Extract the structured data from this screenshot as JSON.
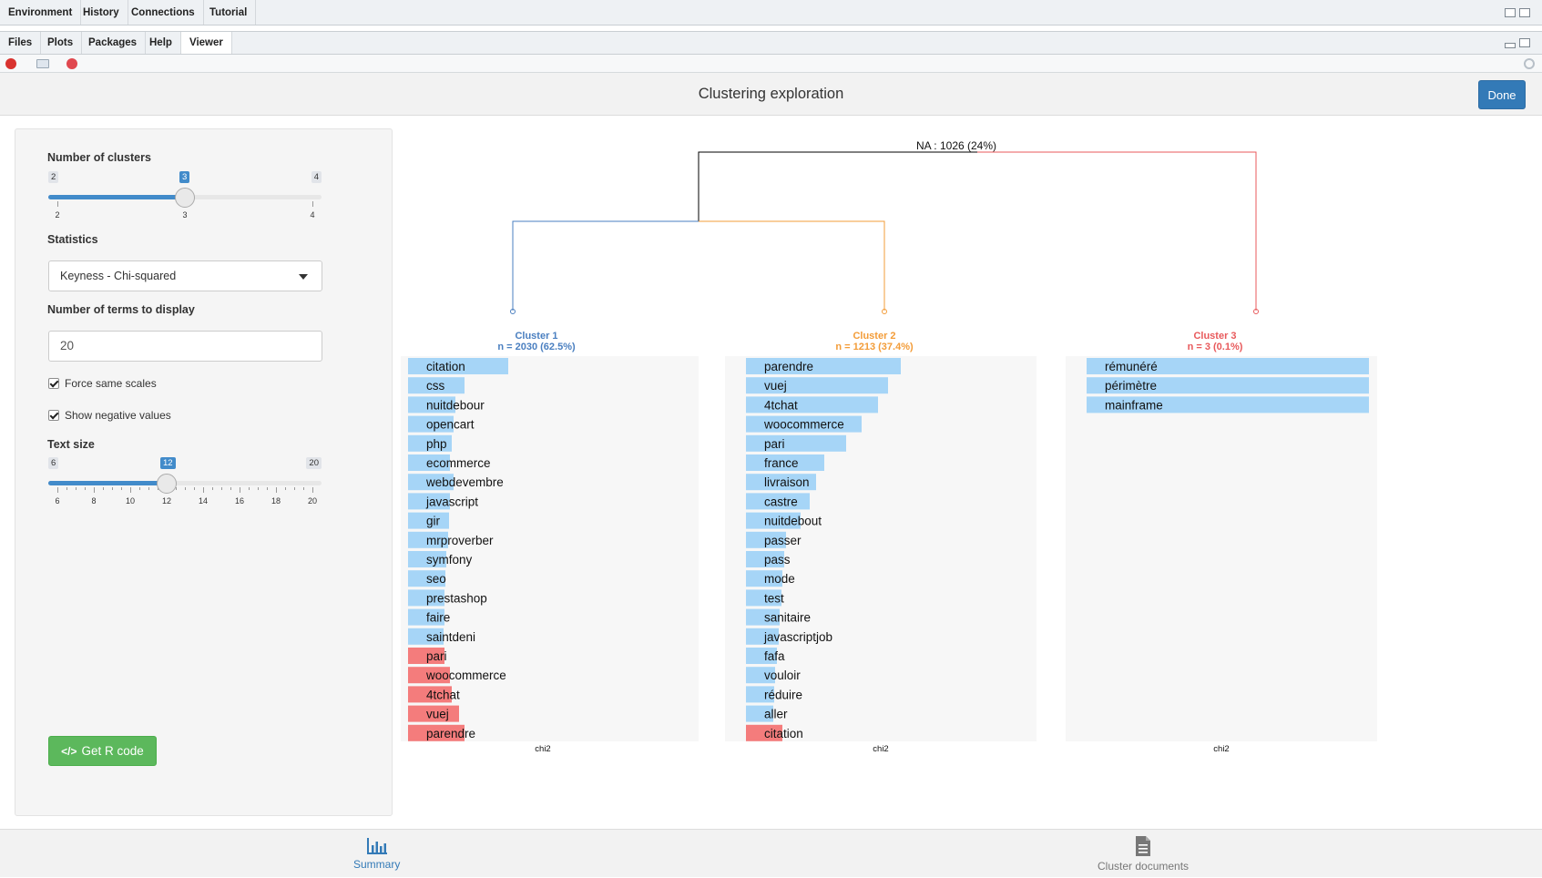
{
  "top_tabs": [
    "Environment",
    "History",
    "Connections",
    "Tutorial"
  ],
  "viewer_tabs": [
    "Files",
    "Plots",
    "Packages",
    "Help",
    "Viewer"
  ],
  "gadget": {
    "title": "Clustering exploration",
    "done_label": "Done"
  },
  "sidebar": {
    "clusters_label": "Number of clusters",
    "clusters_min": "2",
    "clusters_max": "4",
    "clusters_value": "3",
    "clusters_ticks": [
      "2",
      "3",
      "4"
    ],
    "statistics_label": "Statistics",
    "statistics_value": "Keyness - Chi-squared",
    "terms_label": "Number of terms to display",
    "terms_value": "20",
    "force_same_scales": "Force same scales",
    "show_negative": "Show negative values",
    "textsize_label": "Text size",
    "textsize_min": "6",
    "textsize_max": "20",
    "textsize_value": "12",
    "textsize_ticks": [
      "6",
      "8",
      "10",
      "12",
      "14",
      "16",
      "18",
      "20"
    ],
    "rcode_label": "Get R code"
  },
  "chart_data": {
    "type": "bar",
    "dendrogram_label": "NA : 1026 (24%)",
    "colors": {
      "positive": "#a6d5f7",
      "negative": "#f47c7c",
      "cluster1": "#4a7fc0",
      "cluster2": "#f39c38",
      "cluster3": "#e8595b"
    },
    "xlabel": "chi2",
    "clusters": [
      {
        "title": "Cluster 1",
        "subtitle": "n = 2030 (62.5%)",
        "terms": [
          "citation",
          "css",
          "nuitdebour",
          "opencart",
          "php",
          "ecommerce",
          "webdevembre",
          "javascript",
          "gir",
          "mrproverber",
          "symfony",
          "seo",
          "prestashop",
          "faire",
          "saintdeni",
          "pari",
          "woocommerce",
          "4tchat",
          "vuej",
          "parendre"
        ],
        "values": [
          110,
          62,
          52,
          50,
          48,
          46,
          50,
          46,
          45,
          44,
          42,
          41,
          40,
          40,
          39,
          -40,
          -46,
          -48,
          -56,
          -62
        ]
      },
      {
        "title": "Cluster 2",
        "subtitle": "n = 1213 (37.4%)",
        "terms": [
          "parendre",
          "vuej",
          "4tchat",
          "woocommerce",
          "pari",
          "france",
          "livraison",
          "castre",
          "nuitdebout",
          "passer",
          "pass",
          "mode",
          "test",
          "sanitaire",
          "javascriptjob",
          "fafa",
          "vouloir",
          "réduire",
          "aller",
          "citation"
        ],
        "values": [
          170,
          156,
          145,
          127,
          110,
          86,
          77,
          70,
          60,
          44,
          42,
          40,
          39,
          37,
          36,
          34,
          32,
          31,
          30,
          -40
        ]
      },
      {
        "title": "Cluster 3",
        "subtitle": "n = 3 (0.1%)",
        "terms": [
          "rémunéré",
          "périmètre",
          "mainframe"
        ],
        "values": [
          310,
          310,
          310
        ]
      }
    ]
  },
  "bottom_tabs": {
    "summary": "Summary",
    "docs": "Cluster documents"
  }
}
